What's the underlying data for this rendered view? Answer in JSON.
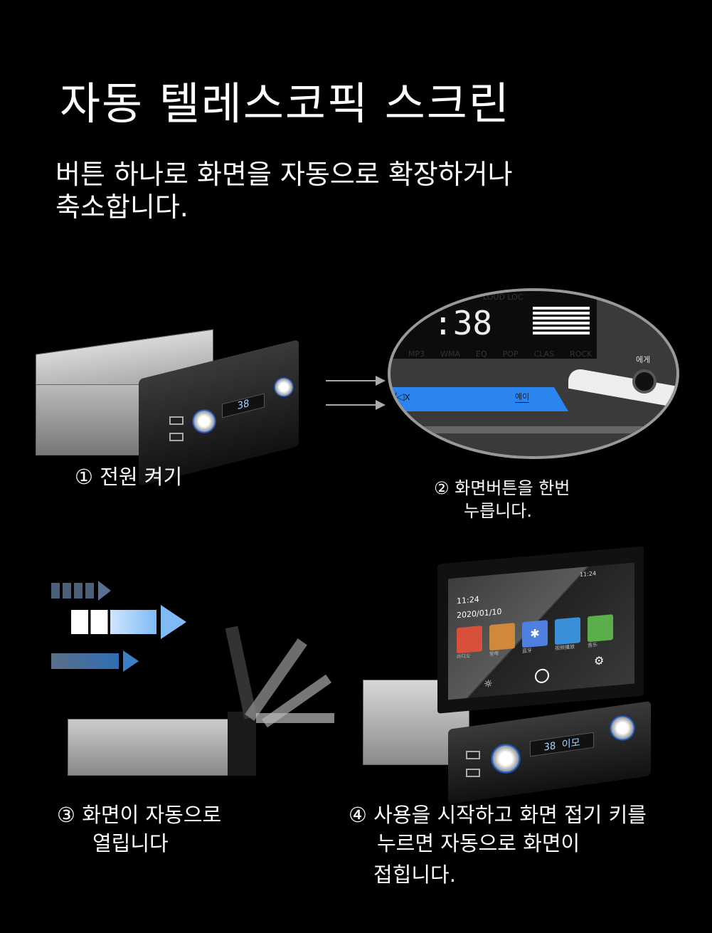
{
  "title": "자동 텔레스코픽 스크린",
  "subtitle": {
    "line1": "버튼 하나로 화면을 자동으로 확장하거나",
    "line2": "축소합니다."
  },
  "steps": [
    {
      "label": "① 전원 켜기"
    },
    {
      "line1": "② 화면버튼을 한번",
      "line2": "누릅니다."
    },
    {
      "line1": "③ 화면이 자동으로",
      "line2": "열립니다"
    },
    {
      "line1": "④ 사용을 시작하고 화면 접기 키를",
      "line2": "누르면 자동으로 화면이",
      "line3": "접힙니다."
    }
  ],
  "closeup": {
    "mode_labels": [
      "MP3",
      "WMA",
      "EQ",
      "POP",
      "CLAS",
      "ROCK"
    ],
    "top_labels": "LOUD LOC",
    "button_label": "예이",
    "jack_label": "에게",
    "mute": "/◁x"
  },
  "screen": {
    "time": "11:24",
    "status_time": "11:24",
    "date": "2020/01/10",
    "apps": [
      {
        "label": "라디오",
        "color": "#d9503a"
      },
      {
        "label": "항해",
        "color": "#d0883a"
      },
      {
        "label": "蓝牙",
        "color": "#4f7fe0"
      },
      {
        "label": "视频播放",
        "color": "#3b8fd8"
      },
      {
        "label": "音乐",
        "color": "#5cae4a"
      }
    ],
    "lcd": "38 이모"
  }
}
